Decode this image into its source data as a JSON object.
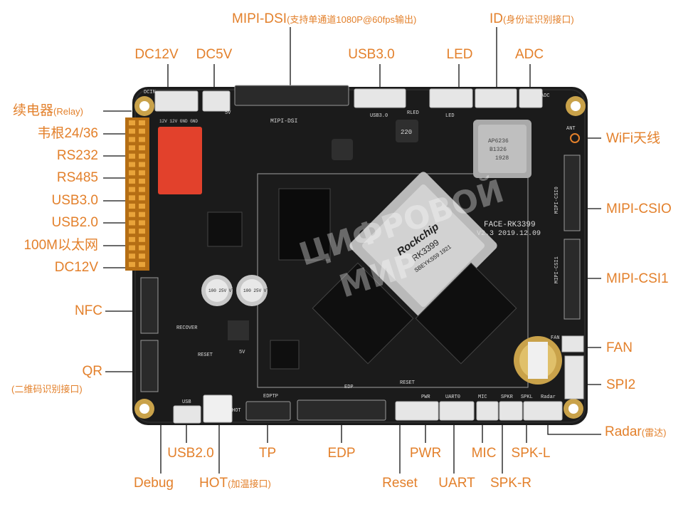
{
  "labels": {
    "mipi_dsi": "MIPI-DSI",
    "mipi_dsi_note": "(支持单通道1080P@60fps输出)",
    "id": "ID",
    "id_note": "(身份证识别接口)",
    "dc12v_top": "DC12V",
    "dc5v": "DC5V",
    "usb30_top": "USB3.0",
    "led": "LED",
    "adc": "ADC",
    "relay": "续电器",
    "relay_note": "(Relay)",
    "wiegand": "韦根24/36",
    "rs232": "RS232",
    "rs485": "RS485",
    "usb30_left": "USB3.0",
    "usb20_left": "USB2.0",
    "ethernet": "100M以太网",
    "dc12v_left": "DC12V",
    "nfc": "NFC",
    "qr": "QR",
    "qr_note": "(二维码识别接口)",
    "wifi": "WiFi天线",
    "mipi_csi0": "MIPI-CSIO",
    "mipi_csi1": "MIPI-CSI1",
    "fan": "FAN",
    "spi2": "SPI2",
    "radar": "Radar",
    "radar_note": "(雷达)",
    "debug": "Debug",
    "usb20_bottom": "USB2.0",
    "hot": "HOT",
    "hot_note": "(加温接口)",
    "tp": "TP",
    "edp": "EDP",
    "reset": "Reset",
    "pwr": "PWR",
    "uart": "UART",
    "mic": "MIC",
    "spk_r": "SPK-R",
    "spk_l": "SPK-L"
  },
  "silkscreen": {
    "board_name": "FACE-RK3399",
    "board_version": "V2.3  2019.12.09",
    "chip_brand": "Rockchip",
    "chip_model": "RK3399",
    "chip_code": "SBEYKS59 1921",
    "wifi_module_1": "AP6236",
    "wifi_module_2": "B1326",
    "wifi_module_3": "1928",
    "dsi": "MIPI-DSI",
    "usb30": "USB3.0",
    "rled": "RLED",
    "led": "LED",
    "adc": "ADC",
    "ant": "ANT",
    "csi0": "MIPI-CSI0",
    "csi1": "MIPI-CSI1",
    "fan": "FAN",
    "edp": "EDP",
    "edptp": "EDPTP",
    "reset_top": "RESET",
    "reset_side": "RESET",
    "recover": "RECOVER",
    "usb": "USB",
    "hot": "HOT",
    "pwr": "PWR",
    "uart0": "UART0",
    "mic": "MIC",
    "spkr": "SPKR",
    "spkl": "SPKL",
    "radar": "Radar",
    "dcin": "DCIN",
    "volts": "12V 12V GND GND",
    "five_v_a": "5V",
    "five_v_b": "5V",
    "cap1": "100 25V VT",
    "cap2": "100 25V VT",
    "inductor": "220"
  },
  "watermark": {
    "line1": "ЦИФРОВОЙ",
    "line2": "МИР"
  },
  "colors": {
    "label": "#e3802b",
    "board": "#1b1b1b",
    "relay": "#e2412c",
    "header": "#d98a1e",
    "connector": "#e8e8e8",
    "chip": "#b9b9b9"
  }
}
